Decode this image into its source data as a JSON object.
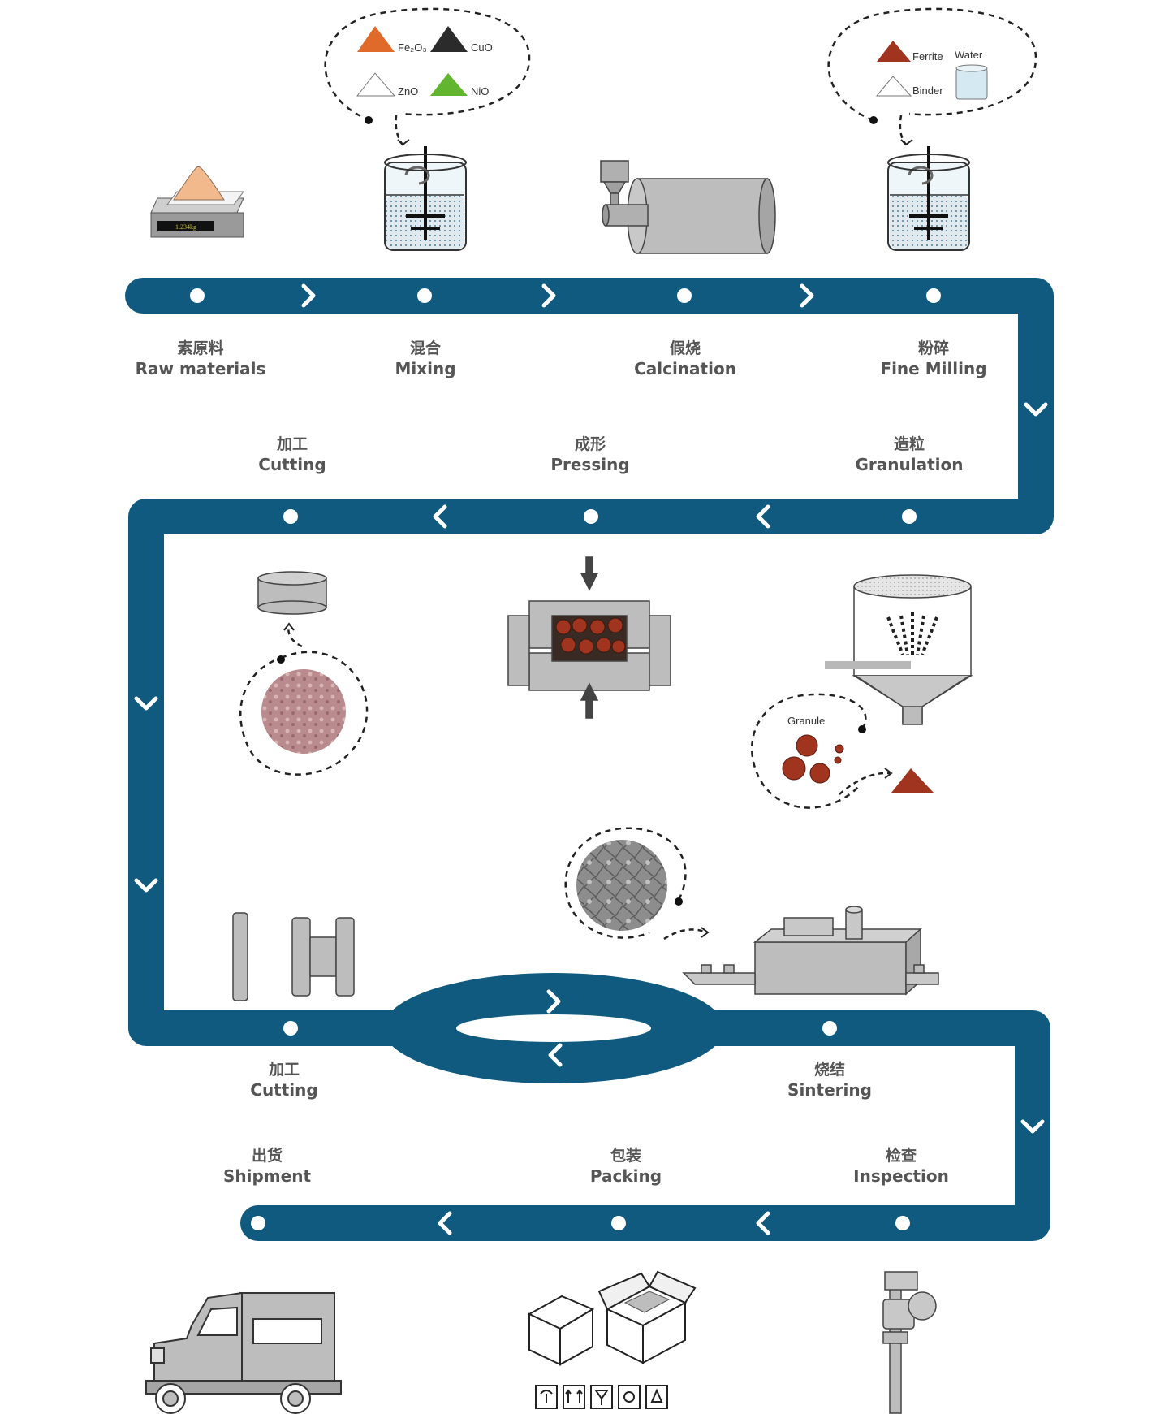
{
  "colors": {
    "track": "#0f5a7e",
    "machine_gray": "#b3b3b3",
    "ferrite_red": "#a0341f",
    "fe2o3": "#e06a2a",
    "cuo": "#2b2b2b",
    "nio": "#62b52e"
  },
  "mix_legend": {
    "fe2o3": "Fe₂O₃",
    "cuo": "CuO",
    "zno": "ZnO",
    "nio": "NiO"
  },
  "granulate_legend": {
    "ferrite": "Ferrite",
    "water": "Water",
    "binder": "Binder"
  },
  "scale_readout": "1.234kg",
  "granule_label": "Granule",
  "steps": {
    "raw": {
      "zh": "素原料",
      "en": "Raw materials"
    },
    "mixing": {
      "zh": "混合",
      "en": "Mixing"
    },
    "calcination": {
      "zh": "假烧",
      "en": "Calcination"
    },
    "milling": {
      "zh": "粉碎",
      "en": "Fine Milling"
    },
    "granulation": {
      "zh": "造粒",
      "en": "Granulation"
    },
    "pressing": {
      "zh": "成形",
      "en": "Pressing"
    },
    "cutting1": {
      "zh": "加工",
      "en": "Cutting"
    },
    "cutting2": {
      "zh": "加工",
      "en": "Cutting"
    },
    "sintering": {
      "zh": "烧结",
      "en": "Sintering"
    },
    "inspection": {
      "zh": "检查",
      "en": "Inspection"
    },
    "packing": {
      "zh": "包装",
      "en": "Packing"
    },
    "shipment": {
      "zh": "出货",
      "en": "Shipment"
    }
  },
  "icons": [
    "scale-icon",
    "mixer-icon",
    "kiln-icon",
    "spray-dryer-icon",
    "press-icon",
    "core-icon",
    "furnace-icon",
    "caliper-icon",
    "box-icon",
    "truck-icon"
  ]
}
